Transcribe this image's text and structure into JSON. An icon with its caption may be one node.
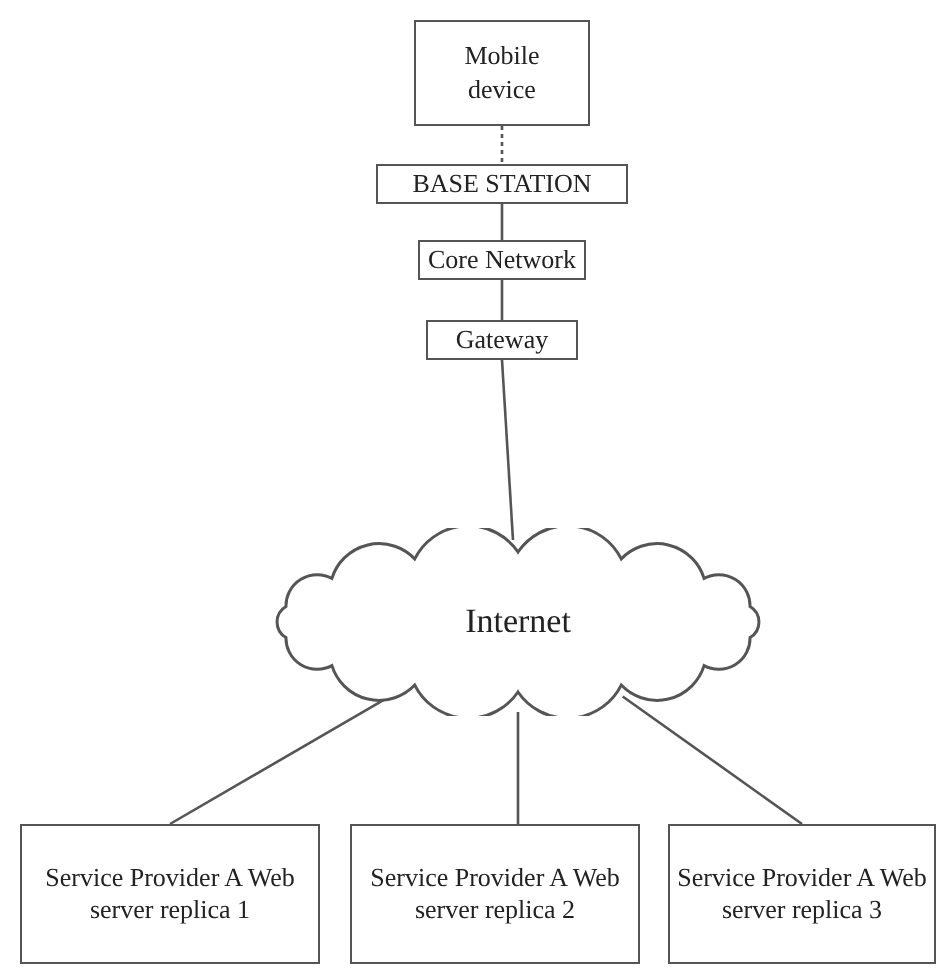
{
  "diagram": {
    "nodes": [
      {
        "text": [
          "Mobile device"
        ]
      },
      {
        "text": [
          "BASE STATION"
        ]
      },
      {
        "text": [
          "Core Network"
        ]
      },
      {
        "text": [
          "Gateway"
        ]
      },
      {
        "text": [
          "Internet"
        ]
      },
      {
        "text": [
          "Service Provider A Web server replica 1"
        ]
      },
      {
        "text": [
          "Service Provider A Web server replica 2"
        ]
      },
      {
        "text": [
          "Service Provider A Web server replica 3"
        ]
      }
    ],
    "edges": [
      {
        "from": 0,
        "to": 1,
        "arrow": "none",
        "style": "dashed"
      },
      {
        "from": 1,
        "to": 2,
        "arrow": "none"
      },
      {
        "from": 2,
        "to": 3,
        "arrow": "none"
      },
      {
        "from": 3,
        "to": 4,
        "arrow": "none"
      },
      {
        "from": 4,
        "to": 5,
        "arrow": "none"
      },
      {
        "from": 4,
        "to": 6,
        "arrow": "none"
      },
      {
        "from": 4,
        "to": 7,
        "arrow": "none"
      }
    ]
  }
}
